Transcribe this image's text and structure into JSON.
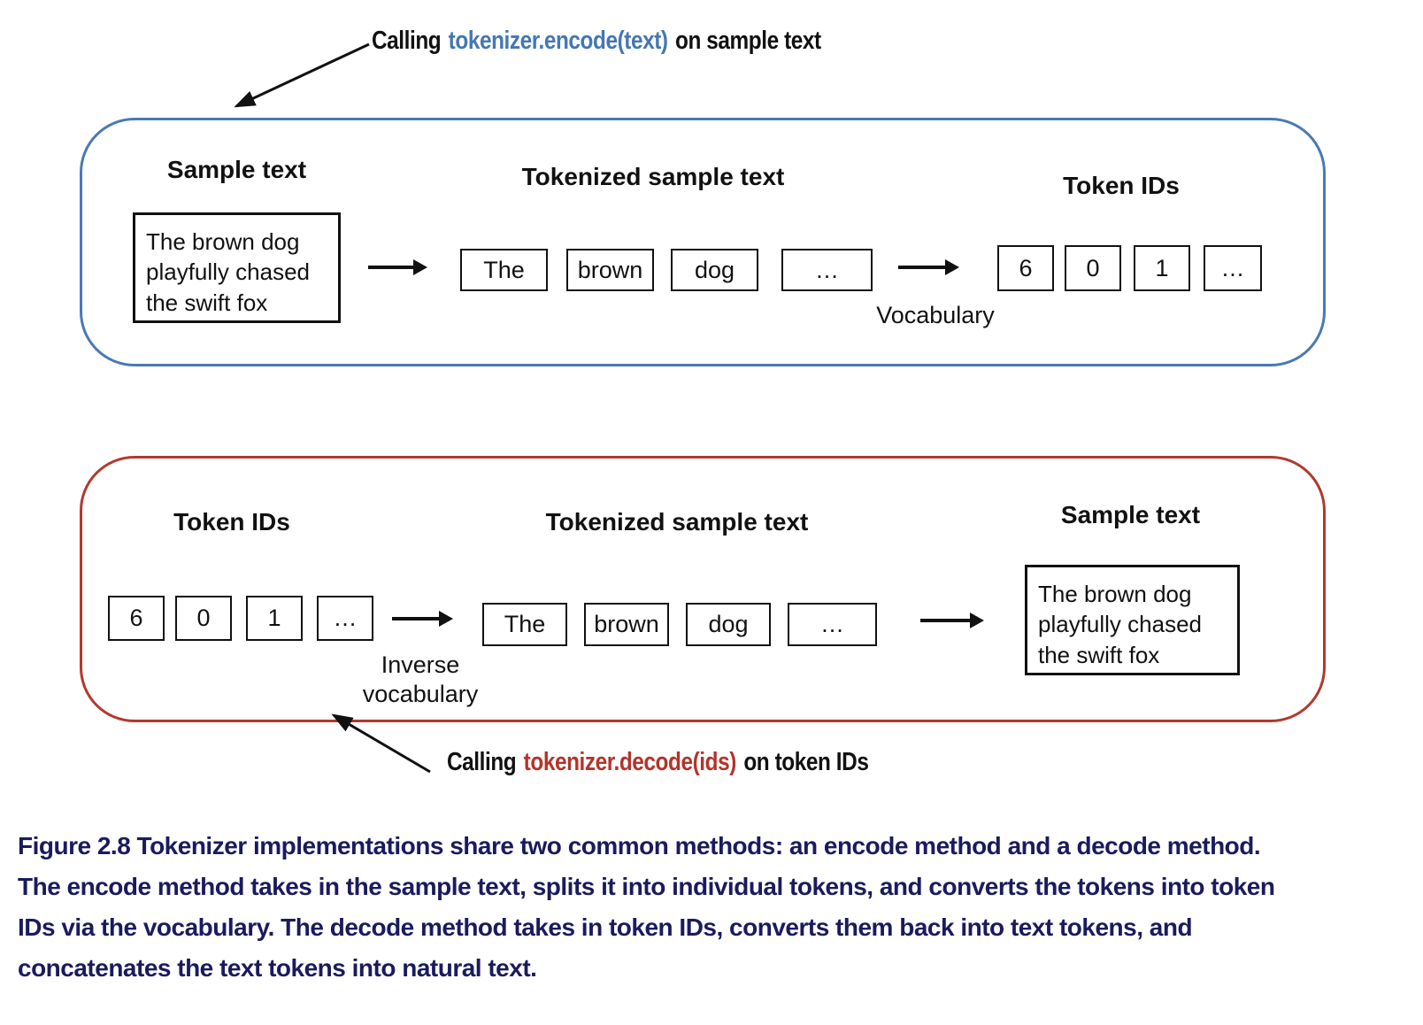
{
  "colors": {
    "encode_panel_border": "#4a79b5",
    "decode_panel_border": "#b03a2e",
    "encode_code_text": "#4477b5",
    "decode_code_text": "#b1352a",
    "caption_text": "#1a1b5e",
    "diagram_ink": "#111111"
  },
  "annotations": {
    "encode": {
      "prefix": "Calling",
      "code": "tokenizer.encode(text)",
      "suffix": "on sample text"
    },
    "decode": {
      "prefix": "Calling",
      "code": "tokenizer.decode(ids)",
      "suffix": "on token IDs"
    }
  },
  "encode_panel": {
    "sample_heading": "Sample text",
    "sample_text": "The brown dog playfully chased the swift fox",
    "tokenized_heading": "Tokenized sample text",
    "tokens": [
      "The",
      "brown",
      "dog",
      "…"
    ],
    "vocab_label": "Vocabulary",
    "ids_heading": "Token IDs",
    "ids": [
      "6",
      "0",
      "1",
      "…"
    ]
  },
  "decode_panel": {
    "ids_heading": "Token IDs",
    "ids": [
      "6",
      "0",
      "1",
      "…"
    ],
    "inverse_vocab_label": "Inverse vocabulary",
    "tokenized_heading": "Tokenized sample text",
    "tokens": [
      "The",
      "brown",
      "dog",
      "…"
    ],
    "sample_heading": "Sample text",
    "sample_text": "The brown dog playfully chased the swift fox"
  },
  "caption": {
    "lines": [
      "Figure 2.8 Tokenizer implementations share two common methods: an encode method and a decode method.",
      "The encode method takes in the sample text, splits it into individual tokens, and converts the tokens into token",
      "IDs via the vocabulary. The decode method takes in token IDs, converts them back into text tokens, and",
      "concatenates the text tokens into natural text."
    ]
  }
}
